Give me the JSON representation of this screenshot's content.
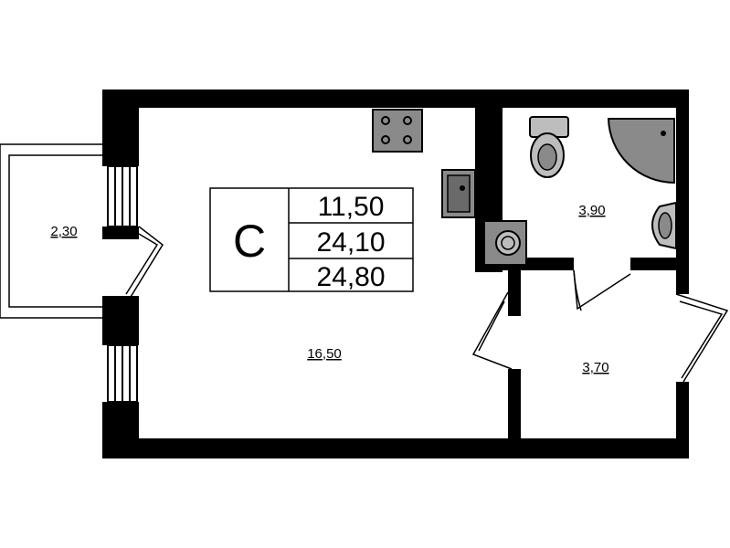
{
  "apartment_type": "C",
  "summary_areas": [
    "11,50",
    "24,10",
    "24,80"
  ],
  "rooms": {
    "balcony": "2,30",
    "main_room": "16,50",
    "bathroom": "3,90",
    "hallway": "3,70"
  }
}
